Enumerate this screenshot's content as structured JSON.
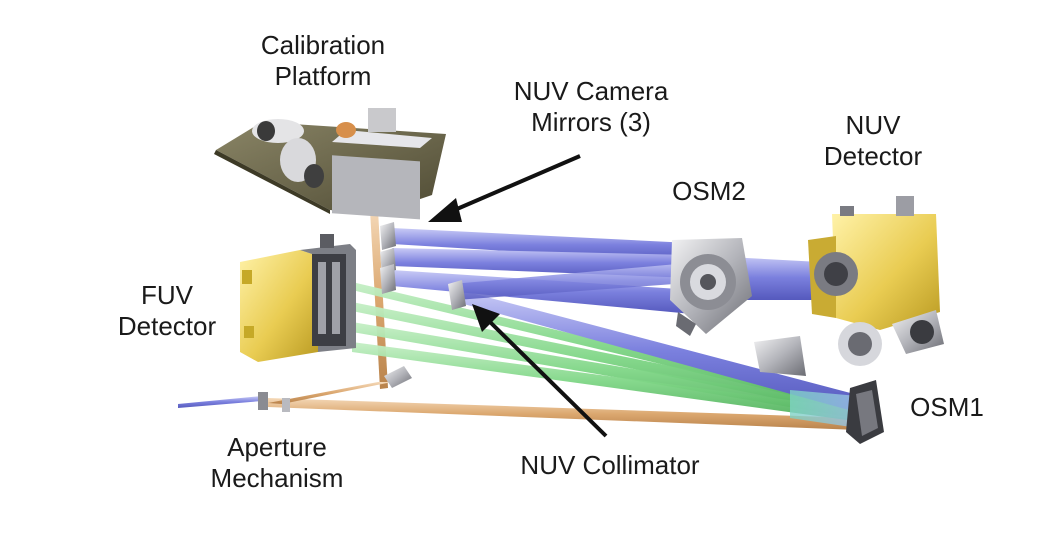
{
  "labels": {
    "calibration_platform": [
      "Calibration",
      "Platform"
    ],
    "nuv_camera_mirrors": [
      "NUV Camera",
      "Mirrors (3)"
    ],
    "nuv_detector": [
      "NUV",
      "Detector"
    ],
    "osm2": "OSM2",
    "fuv_detector": [
      "FUV",
      "Detector"
    ],
    "osm1": "OSM1",
    "aperture_mechanism": [
      "Aperture",
      "Mechanism"
    ],
    "nuv_collimator": "NUV Collimator"
  },
  "colors": {
    "beam_blue": "#6f74d6",
    "beam_green": "#79cf7f",
    "beam_tan": "#d9a36d",
    "detector_yellow": "#e8cd55",
    "platform_olive": "#6f6a4a",
    "mechanism_gray": "#a9aab0",
    "arrow": "#111111"
  },
  "icons": [
    "arrow-to-nuv-camera-mirrors",
    "arrow-to-nuv-collimator"
  ]
}
